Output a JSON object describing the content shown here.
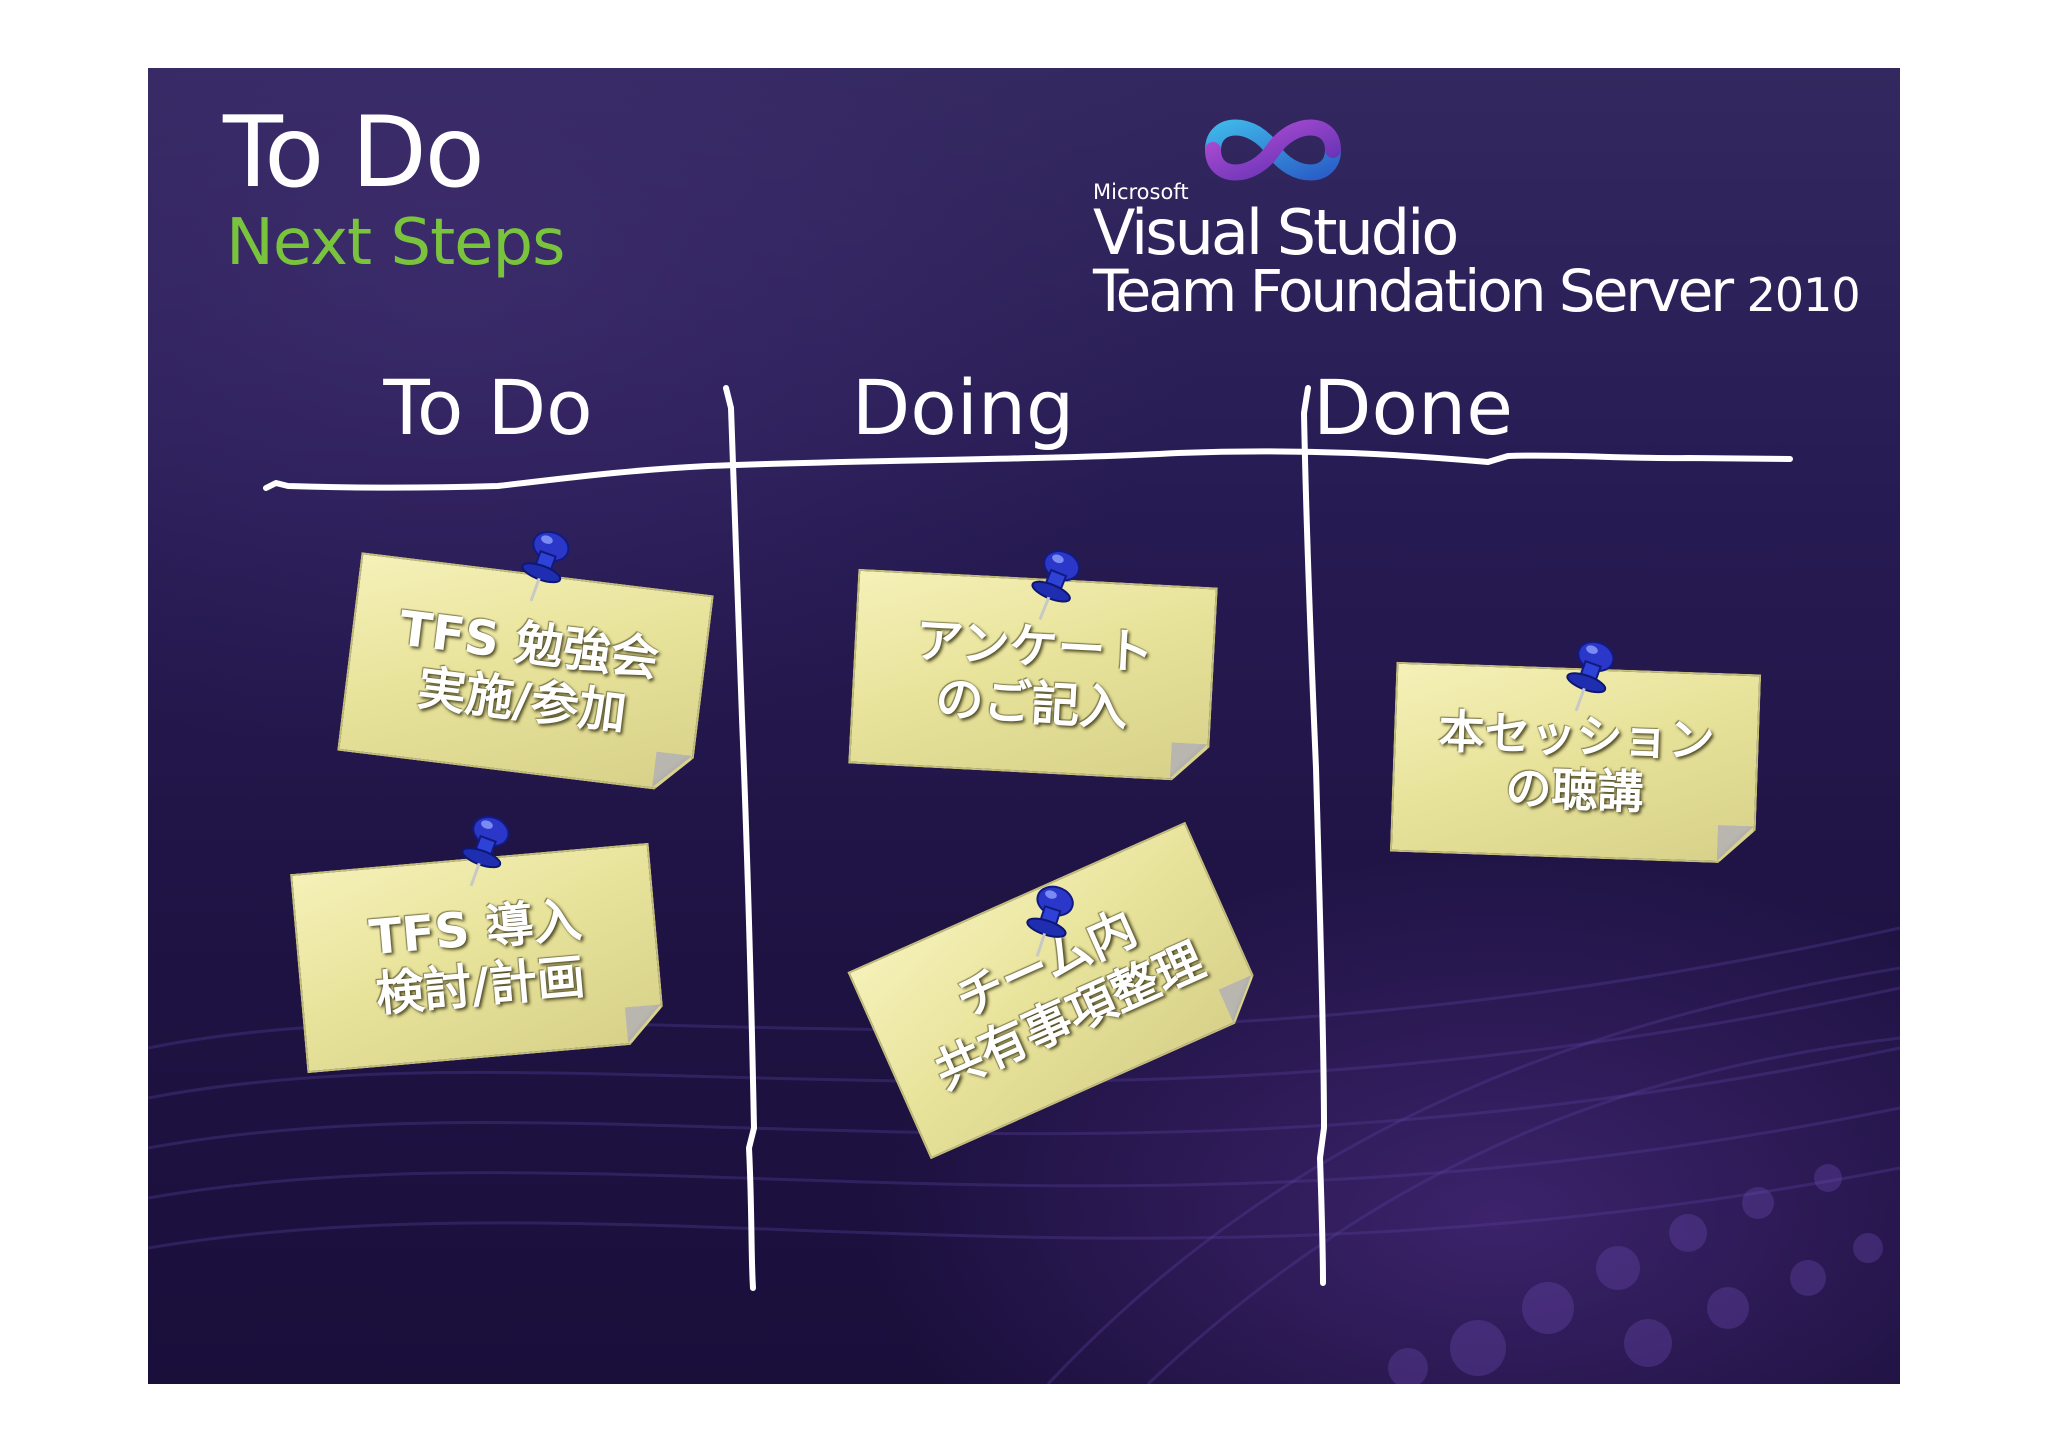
{
  "slide": {
    "title": "To Do",
    "subtitle": "Next Steps",
    "colors": {
      "background": "#261a52",
      "title": "#ffffff",
      "subtitle": "#79c43c",
      "note": "#ece79f",
      "pin": "#2a37c9"
    }
  },
  "logo": {
    "company": "Microsoft",
    "product": "Visual Studio",
    "edition": "Team Foundation Server",
    "year": "2010",
    "icon": "infinity-logo-icon"
  },
  "board": {
    "columns": [
      {
        "label": "To Do"
      },
      {
        "label": "Doing"
      },
      {
        "label": "Done"
      }
    ],
    "notes": [
      {
        "column": "To Do",
        "text": "TFS 勉強会\n実施/参加"
      },
      {
        "column": "To Do",
        "text": "TFS 導入\n検討/計画"
      },
      {
        "column": "Doing",
        "text": "アンケート\nのご記入"
      },
      {
        "column": "Doing",
        "text": "チーム内\n共有事項整理"
      },
      {
        "column": "Done",
        "text": "本セッション\nの聴講"
      }
    ],
    "pin_icon": "pushpin-icon"
  }
}
